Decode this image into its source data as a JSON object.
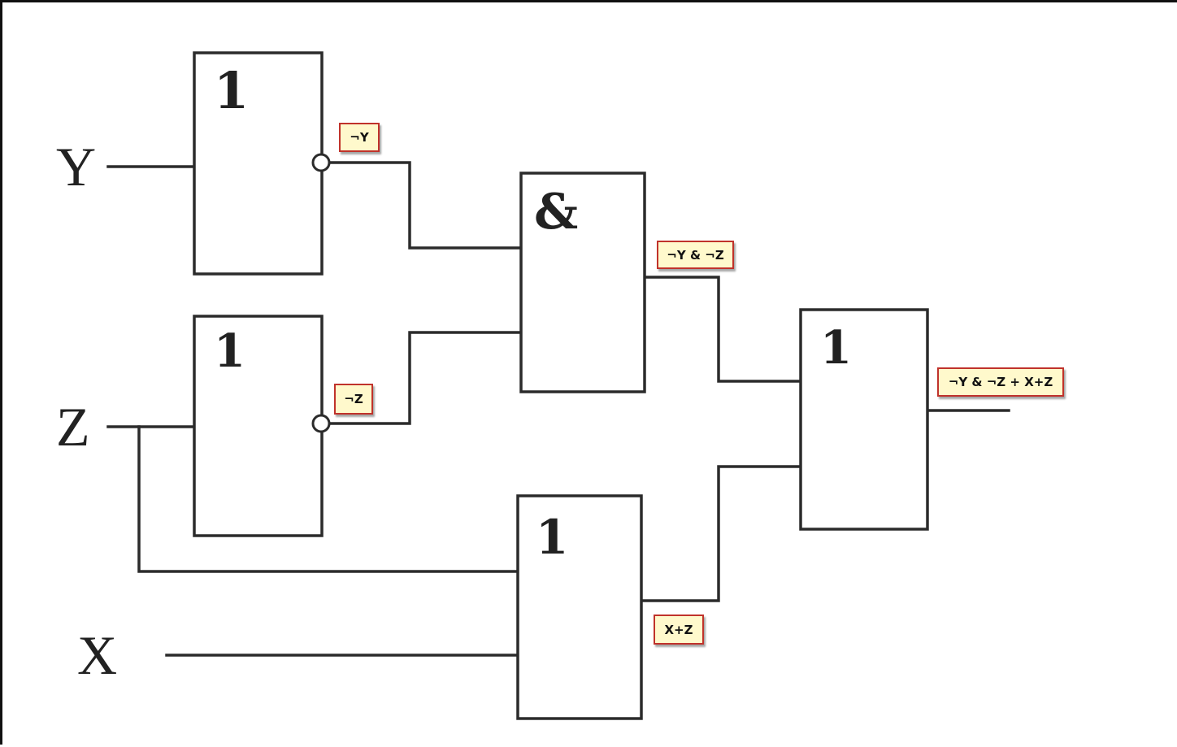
{
  "inputs": {
    "y": "Y",
    "z": "Z",
    "x": "X"
  },
  "gates": {
    "not_y": "1",
    "not_z": "1",
    "and": "&",
    "or_xz": "1",
    "or_out": "1"
  },
  "annotations": {
    "not_y": "¬Y",
    "not_z": "¬Z",
    "and_out": "¬Y & ¬Z",
    "or_xz_out": "X+Z",
    "final_out": "¬Y & ¬Z + X+Z"
  },
  "colors": {
    "line": "#2b2b2b",
    "tag_fill": "#fff9cc",
    "tag_border": "#c0322b"
  }
}
